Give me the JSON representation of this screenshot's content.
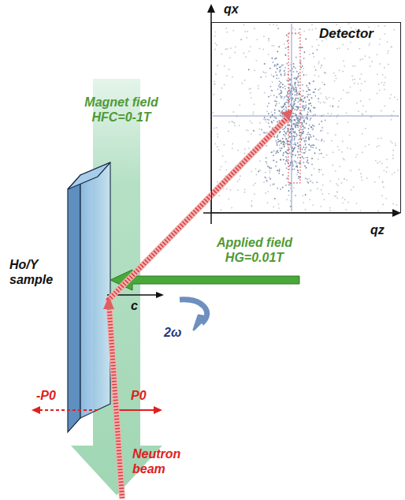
{
  "diagram": {
    "nodes": [
      {
        "text": [
          "Detector"
        ]
      }
    ],
    "labels": [
      "qx",
      "qz",
      "Magnet field HFC=0-1T",
      "Ho/Y sample",
      "Applied field HG=0.01T",
      "c",
      "2ω",
      "-P0",
      "P0",
      "Neutron beam"
    ]
  }
}
